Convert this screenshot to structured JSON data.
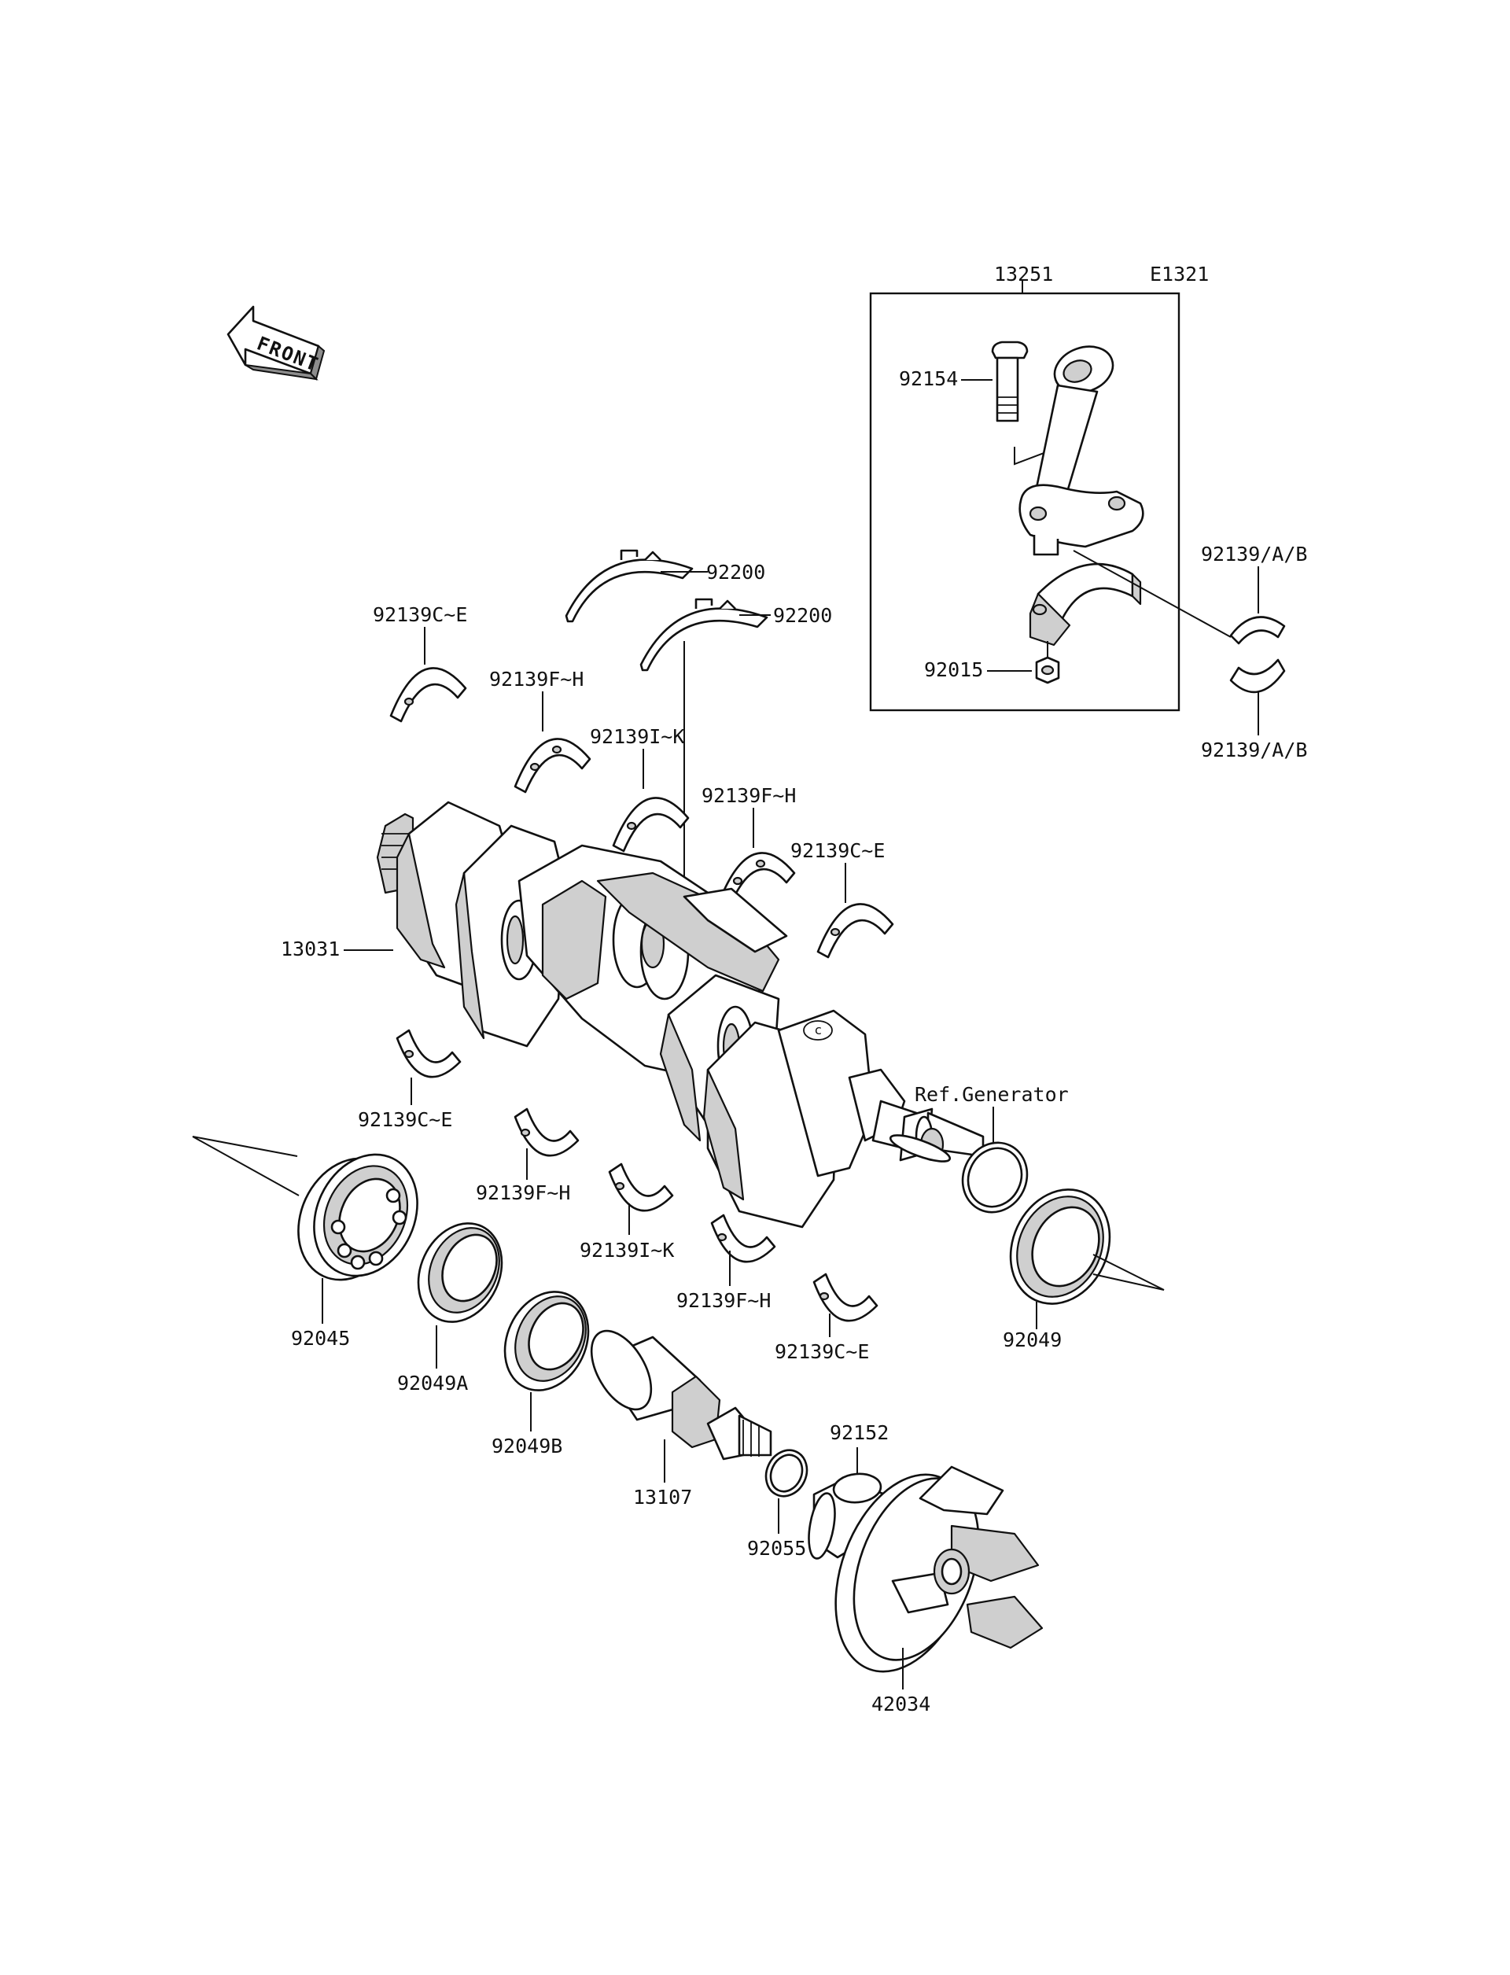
{
  "diagram_code": "E1321",
  "front_arrow_text": "FRONT",
  "labels": {
    "conrod_assy": "13251",
    "conrod_bolt": "92154",
    "conrod_nut": "92015",
    "conrod_bearing_top": "92139/A/B",
    "conrod_bearing_bottom": "92139/A/B",
    "thrust_upper": "92200",
    "thrust_lower": "92200",
    "main_bearing_ce_upper_1": "92139C~E",
    "main_bearing_fh_upper_1": "92139F~H",
    "main_bearing_ik_upper": "92139I~K",
    "main_bearing_fh_upper_2": "92139F~H",
    "main_bearing_ce_upper_2": "92139C~E",
    "crankshaft": "13031",
    "ref_generator": "Ref.Generator",
    "main_bearing_ce_lower_1": "92139C~E",
    "main_bearing_fh_lower_1": "92139F~H",
    "main_bearing_ik_lower": "92139I~K",
    "main_bearing_fh_lower_2": "92139F~H",
    "main_bearing_ce_lower_2": "92139C~E",
    "ball_bearing": "92045",
    "oil_seal_a": "92049A",
    "oil_seal_b": "92049B",
    "oil_seal_right": "92049",
    "shaft": "13107",
    "o_ring": "92055",
    "collar": "92152",
    "coupling": "42034"
  }
}
